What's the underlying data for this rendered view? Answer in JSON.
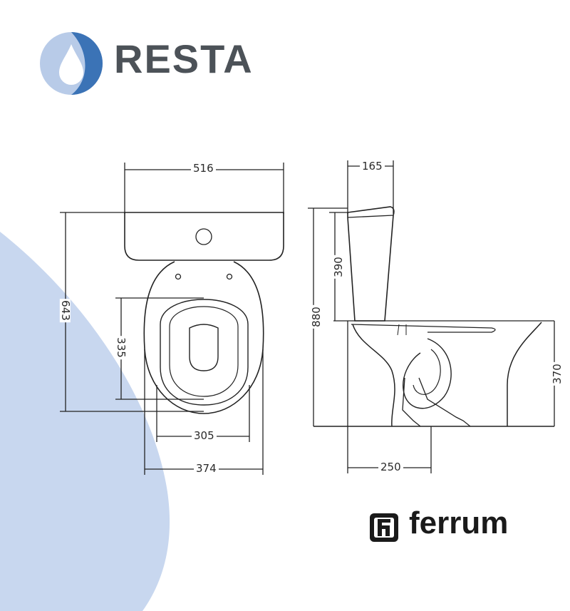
{
  "brand": {
    "name": "RESTA",
    "color": "#4c5258",
    "accent": "#3b73b6"
  },
  "partner": {
    "name": "ferrum"
  },
  "dimensions": {
    "top_width": "516",
    "total_depth": "643",
    "inner_length": "335",
    "inner_width": "305",
    "base_width": "374",
    "tank_depth_top": "165",
    "tank_height": "390",
    "total_height": "880",
    "bowl_height": "370",
    "outlet_distance": "250"
  },
  "colors": {
    "background_shape": "#c8d7ef",
    "line": "#222222"
  }
}
